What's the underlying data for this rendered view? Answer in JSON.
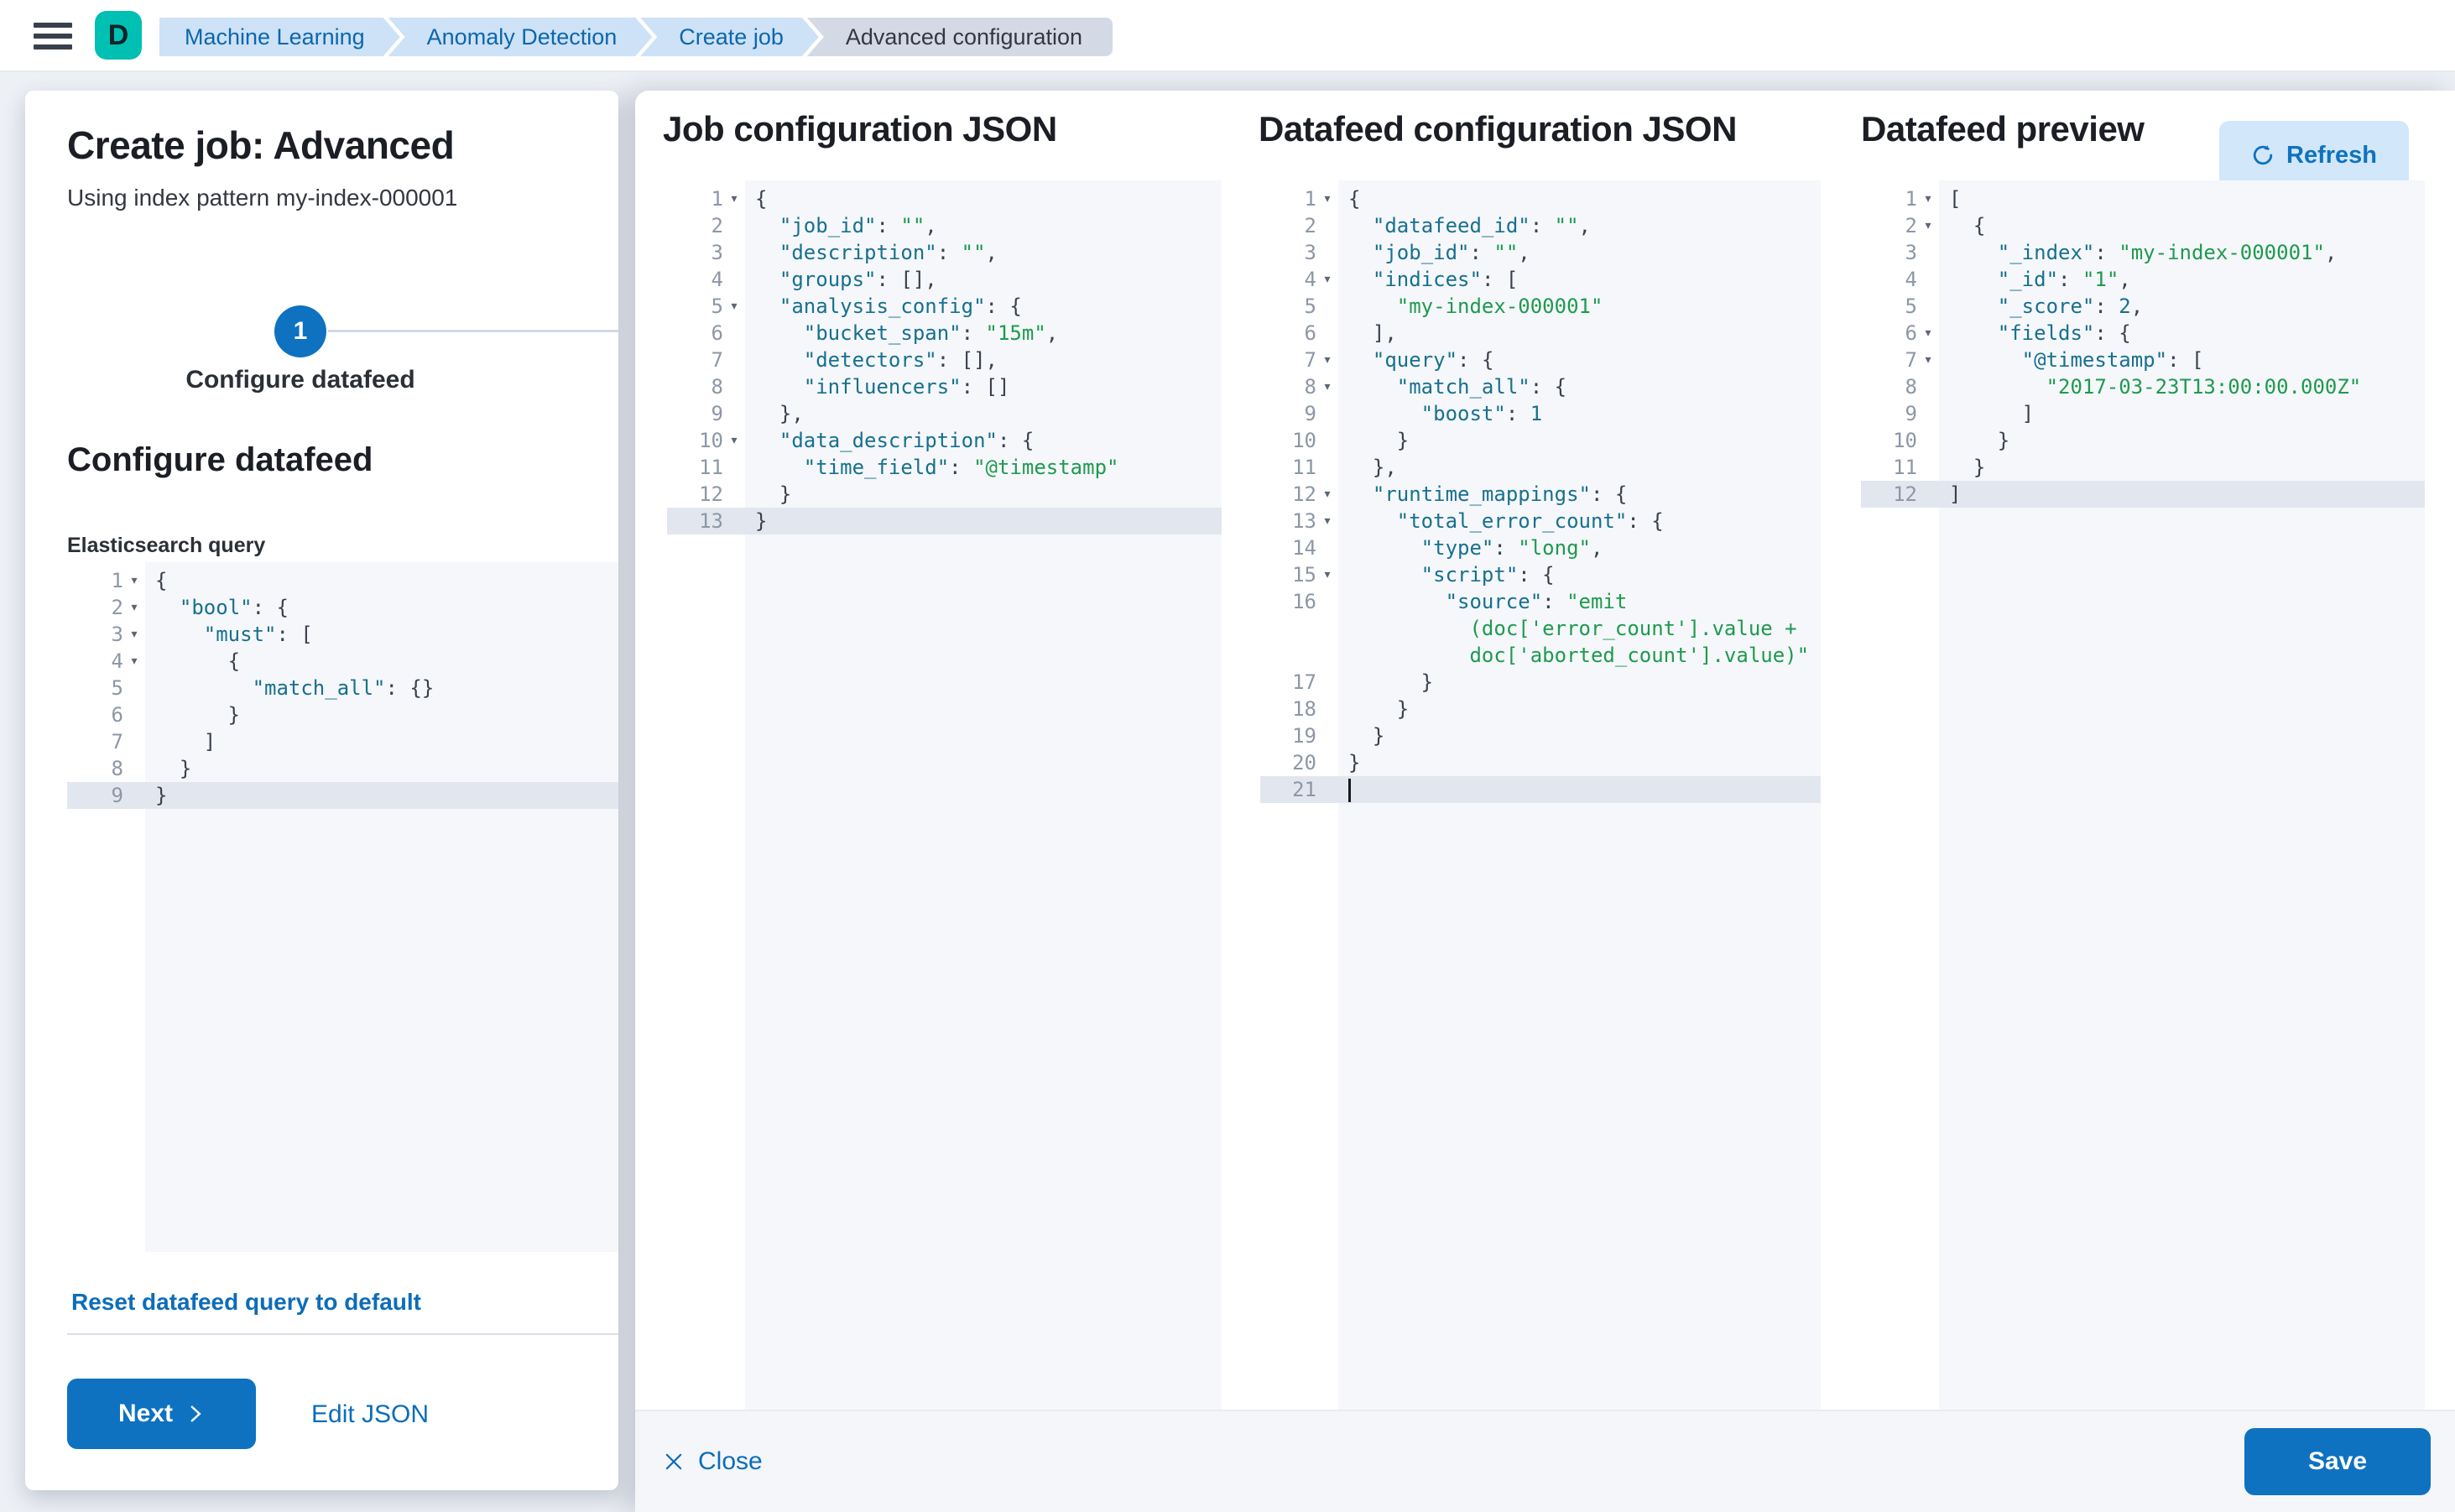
{
  "colors": {
    "primary": "#0e72c0",
    "link": "#0d6db8",
    "logo_bg": "#00bfb3",
    "crumb_bg": "#cde2f6",
    "crumb_text": "#0e66ad",
    "crumb_active_bg": "#d3dae6",
    "crumb_active_text": "#343741",
    "code_key": "#17708f",
    "code_string": "#1e9a4e",
    "code_number": "#17708f",
    "code_punct": "#3b414c",
    "code_bg": "#f5f7fa",
    "code_active": "#e2e7ef",
    "gutter_num": "#8d97a6",
    "guide": "#d4dae4",
    "refresh_bg": "#d2e7f9"
  },
  "topbar": {
    "logo_letter": "D",
    "breadcrumbs": [
      {
        "label": "Machine Learning",
        "active": false
      },
      {
        "label": "Anomaly Detection",
        "active": false
      },
      {
        "label": "Create job",
        "active": false
      },
      {
        "label": "Advanced configuration",
        "active": true
      }
    ]
  },
  "left_panel": {
    "title": "Create job: Advanced",
    "subtitle": "Using index pattern my-index-000001",
    "step_number": "1",
    "step_label": "Configure datafeed",
    "section_title": "Configure datafeed",
    "query_label": "Elasticsearch query",
    "reset_link": "Reset datafeed query to default",
    "next_label": "Next",
    "edit_json_label": "Edit JSON"
  },
  "footer": {
    "close_label": "Close",
    "save_label": "Save"
  },
  "editors": {
    "es_query": {
      "lines": [
        {
          "n": "1",
          "f": 1,
          "p": 0,
          "g": 0,
          "seg": [
            [
              "p",
              "{"
            ]
          ]
        },
        {
          "n": "2",
          "f": 1,
          "p": 1,
          "g": 0,
          "seg": [
            [
              "k",
              "\"bool\""
            ],
            [
              "p",
              ": {"
            ]
          ]
        },
        {
          "n": "3",
          "f": 1,
          "p": 1,
          "g": 1,
          "seg": [
            [
              "k",
              "\"must\""
            ],
            [
              "p",
              ": ["
            ]
          ]
        },
        {
          "n": "4",
          "f": 1,
          "p": 1,
          "g": 2,
          "seg": [
            [
              "p",
              "{"
            ]
          ]
        },
        {
          "n": "5",
          "p": 1,
          "g": 3,
          "seg": [
            [
              "k",
              "\"match_all\""
            ],
            [
              "p",
              ": {}"
            ]
          ]
        },
        {
          "n": "6",
          "p": 1,
          "g": 2,
          "seg": [
            [
              "p",
              "}"
            ]
          ]
        },
        {
          "n": "7",
          "p": 1,
          "g": 1,
          "seg": [
            [
              "p",
              "]"
            ]
          ]
        },
        {
          "n": "8",
          "p": 1,
          "g": 0,
          "seg": [
            [
              "p",
              "}"
            ]
          ]
        },
        {
          "n": "9",
          "p": 0,
          "g": 0,
          "hl": 1,
          "seg": [
            [
              "p",
              "}"
            ]
          ]
        }
      ]
    },
    "job_config": {
      "title": "Job configuration JSON",
      "lines": [
        {
          "n": "1",
          "f": 1,
          "p": 0,
          "g": 0,
          "seg": [
            [
              "p",
              "{"
            ]
          ]
        },
        {
          "n": "2",
          "p": 1,
          "g": 0,
          "seg": [
            [
              "k",
              "\"job_id\""
            ],
            [
              "p",
              ": "
            ],
            [
              "s",
              "\"\""
            ],
            [
              "p",
              ","
            ]
          ]
        },
        {
          "n": "3",
          "p": 1,
          "g": 0,
          "seg": [
            [
              "k",
              "\"description\""
            ],
            [
              "p",
              ": "
            ],
            [
              "s",
              "\"\""
            ],
            [
              "p",
              ","
            ]
          ]
        },
        {
          "n": "4",
          "p": 1,
          "g": 0,
          "seg": [
            [
              "k",
              "\"groups\""
            ],
            [
              "p",
              ": [],"
            ]
          ]
        },
        {
          "n": "5",
          "f": 1,
          "p": 1,
          "g": 0,
          "seg": [
            [
              "k",
              "\"analysis_config\""
            ],
            [
              "p",
              ": {"
            ]
          ]
        },
        {
          "n": "6",
          "p": 1,
          "g": 1,
          "seg": [
            [
              "k",
              "\"bucket_span\""
            ],
            [
              "p",
              ": "
            ],
            [
              "s",
              "\"15m\""
            ],
            [
              "p",
              ","
            ]
          ]
        },
        {
          "n": "7",
          "p": 1,
          "g": 1,
          "seg": [
            [
              "k",
              "\"detectors\""
            ],
            [
              "p",
              ": [],"
            ]
          ]
        },
        {
          "n": "8",
          "p": 1,
          "g": 1,
          "seg": [
            [
              "k",
              "\"influencers\""
            ],
            [
              "p",
              ": []"
            ]
          ]
        },
        {
          "n": "9",
          "p": 1,
          "g": 0,
          "seg": [
            [
              "p",
              "},"
            ]
          ]
        },
        {
          "n": "10",
          "f": 1,
          "p": 1,
          "g": 0,
          "seg": [
            [
              "k",
              "\"data_description\""
            ],
            [
              "p",
              ": {"
            ]
          ]
        },
        {
          "n": "11",
          "p": 1,
          "g": 1,
          "seg": [
            [
              "k",
              "\"time_field\""
            ],
            [
              "p",
              ": "
            ],
            [
              "s",
              "\"@timestamp\""
            ]
          ]
        },
        {
          "n": "12",
          "p": 1,
          "g": 0,
          "seg": [
            [
              "p",
              "}"
            ]
          ]
        },
        {
          "n": "13",
          "p": 0,
          "g": 0,
          "hl": 1,
          "seg": [
            [
              "p",
              "}"
            ]
          ]
        }
      ]
    },
    "datafeed_config": {
      "title": "Datafeed configuration JSON",
      "lines": [
        {
          "n": "1",
          "f": 1,
          "p": 0,
          "g": 0,
          "seg": [
            [
              "p",
              "{"
            ]
          ]
        },
        {
          "n": "2",
          "p": 1,
          "g": 0,
          "seg": [
            [
              "k",
              "\"datafeed_id\""
            ],
            [
              "p",
              ": "
            ],
            [
              "s",
              "\"\""
            ],
            [
              "p",
              ","
            ]
          ]
        },
        {
          "n": "3",
          "p": 1,
          "g": 0,
          "seg": [
            [
              "k",
              "\"job_id\""
            ],
            [
              "p",
              ": "
            ],
            [
              "s",
              "\"\""
            ],
            [
              "p",
              ","
            ]
          ]
        },
        {
          "n": "4",
          "f": 1,
          "p": 1,
          "g": 0,
          "seg": [
            [
              "k",
              "\"indices\""
            ],
            [
              "p",
              ": ["
            ]
          ]
        },
        {
          "n": "5",
          "p": 1,
          "g": 1,
          "seg": [
            [
              "s",
              "\"my-index-000001\""
            ]
          ]
        },
        {
          "n": "6",
          "p": 1,
          "g": 0,
          "seg": [
            [
              "p",
              "],"
            ]
          ]
        },
        {
          "n": "7",
          "f": 1,
          "p": 1,
          "g": 0,
          "seg": [
            [
              "k",
              "\"query\""
            ],
            [
              "p",
              ": {"
            ]
          ]
        },
        {
          "n": "8",
          "f": 1,
          "p": 1,
          "g": 1,
          "seg": [
            [
              "k",
              "\"match_all\""
            ],
            [
              "p",
              ": {"
            ]
          ]
        },
        {
          "n": "9",
          "p": 1,
          "g": 2,
          "seg": [
            [
              "k",
              "\"boost\""
            ],
            [
              "p",
              ": "
            ],
            [
              "n",
              "1"
            ]
          ]
        },
        {
          "n": "10",
          "p": 1,
          "g": 1,
          "seg": [
            [
              "p",
              "}"
            ]
          ]
        },
        {
          "n": "11",
          "p": 1,
          "g": 0,
          "seg": [
            [
              "p",
              "},"
            ]
          ]
        },
        {
          "n": "12",
          "f": 1,
          "p": 1,
          "g": 0,
          "seg": [
            [
              "k",
              "\"runtime_mappings\""
            ],
            [
              "p",
              ": {"
            ]
          ]
        },
        {
          "n": "13",
          "f": 1,
          "p": 1,
          "g": 1,
          "seg": [
            [
              "k",
              "\"total_error_count\""
            ],
            [
              "p",
              ": {"
            ]
          ]
        },
        {
          "n": "14",
          "p": 1,
          "g": 2,
          "seg": [
            [
              "k",
              "\"type\""
            ],
            [
              "p",
              ": "
            ],
            [
              "s",
              "\"long\""
            ],
            [
              "p",
              ","
            ]
          ]
        },
        {
          "n": "15",
          "f": 1,
          "p": 1,
          "g": 2,
          "seg": [
            [
              "k",
              "\"script\""
            ],
            [
              "p",
              ": {"
            ]
          ]
        },
        {
          "n": "16",
          "p": 1,
          "g": 3,
          "seg": [
            [
              "k",
              "\"source\""
            ],
            [
              "p",
              ": "
            ],
            [
              "s",
              "\"emit"
            ]
          ]
        },
        {
          "n": "",
          "p": 5,
          "g": 0,
          "seg": [
            [
              "s",
              "(doc['error_count'].value +"
            ]
          ]
        },
        {
          "n": "",
          "p": 5,
          "g": 0,
          "seg": [
            [
              "s",
              "doc['aborted_count'].value)\""
            ]
          ]
        },
        {
          "n": "17",
          "p": 1,
          "g": 2,
          "seg": [
            [
              "p",
              "}"
            ]
          ]
        },
        {
          "n": "18",
          "p": 1,
          "g": 1,
          "seg": [
            [
              "p",
              "}"
            ]
          ]
        },
        {
          "n": "19",
          "p": 1,
          "g": 0,
          "seg": [
            [
              "p",
              "}"
            ]
          ]
        },
        {
          "n": "20",
          "p": 0,
          "g": 0,
          "seg": [
            [
              "p",
              "}"
            ]
          ]
        },
        {
          "n": "21",
          "p": 0,
          "g": 0,
          "hl": 1,
          "cur": 1,
          "seg": []
        }
      ]
    },
    "datafeed_preview": {
      "title": "Datafeed preview",
      "refresh_label": "Refresh",
      "lines": [
        {
          "n": "1",
          "f": 1,
          "p": 0,
          "g": 0,
          "seg": [
            [
              "p",
              "["
            ]
          ]
        },
        {
          "n": "2",
          "f": 1,
          "p": 1,
          "g": 0,
          "seg": [
            [
              "p",
              "{"
            ]
          ]
        },
        {
          "n": "3",
          "p": 1,
          "g": 1,
          "seg": [
            [
              "k",
              "\"_index\""
            ],
            [
              "p",
              ": "
            ],
            [
              "s",
              "\"my-index-000001\""
            ],
            [
              "p",
              ","
            ]
          ]
        },
        {
          "n": "4",
          "p": 1,
          "g": 1,
          "seg": [
            [
              "k",
              "\"_id\""
            ],
            [
              "p",
              ": "
            ],
            [
              "s",
              "\"1\""
            ],
            [
              "p",
              ","
            ]
          ]
        },
        {
          "n": "5",
          "p": 1,
          "g": 1,
          "seg": [
            [
              "k",
              "\"_score\""
            ],
            [
              "p",
              ": "
            ],
            [
              "n",
              "2"
            ],
            [
              "p",
              ","
            ]
          ]
        },
        {
          "n": "6",
          "f": 1,
          "p": 1,
          "g": 1,
          "seg": [
            [
              "k",
              "\"fields\""
            ],
            [
              "p",
              ": {"
            ]
          ]
        },
        {
          "n": "7",
          "f": 1,
          "p": 1,
          "g": 2,
          "seg": [
            [
              "k",
              "\"@timestamp\""
            ],
            [
              "p",
              ": ["
            ]
          ]
        },
        {
          "n": "8",
          "p": 1,
          "g": 3,
          "seg": [
            [
              "s",
              "\"2017-03-23T13:00:00.000Z\""
            ]
          ]
        },
        {
          "n": "9",
          "p": 1,
          "g": 2,
          "seg": [
            [
              "p",
              "]"
            ]
          ]
        },
        {
          "n": "10",
          "p": 1,
          "g": 1,
          "seg": [
            [
              "p",
              "}"
            ]
          ]
        },
        {
          "n": "11",
          "p": 1,
          "g": 0,
          "seg": [
            [
              "p",
              "}"
            ]
          ]
        },
        {
          "n": "12",
          "p": 0,
          "g": 0,
          "hl": 1,
          "seg": [
            [
              "p",
              "]"
            ]
          ]
        }
      ]
    }
  }
}
